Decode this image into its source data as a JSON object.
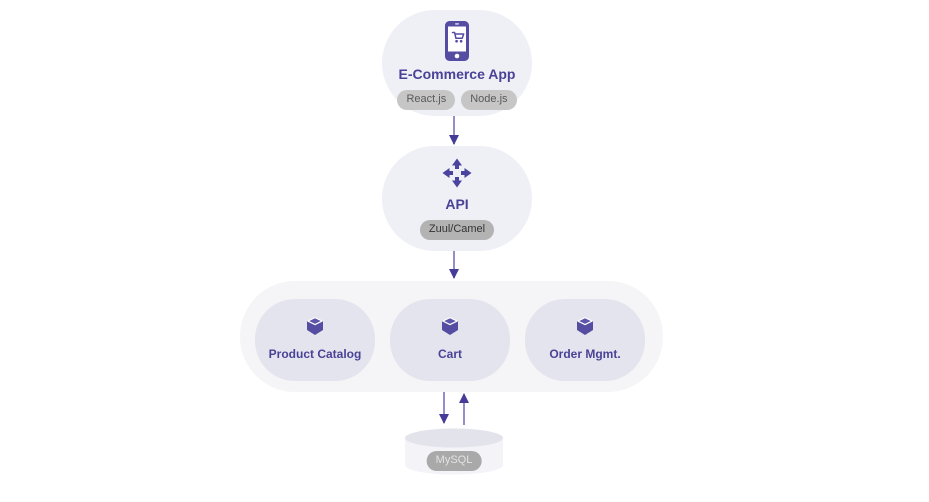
{
  "diagram": {
    "app": {
      "title": "E-Commerce App",
      "icon": "mobile-shopping-app-icon",
      "badges": [
        "React.js",
        "Node.js"
      ]
    },
    "api": {
      "title": "API",
      "icon": "arrows-move-icon",
      "badges": [
        "Zuul/Camel"
      ]
    },
    "services": {
      "items": [
        {
          "title": "Product Catalog",
          "icon": "cube-icon"
        },
        {
          "title": "Cart",
          "icon": "cube-icon"
        },
        {
          "title": "Order Mgmt.",
          "icon": "cube-icon"
        }
      ]
    },
    "database": {
      "label": "MySQL",
      "icon": "database-cylinder"
    },
    "edges": [
      {
        "from": "E-Commerce App",
        "to": "API",
        "direction": "down"
      },
      {
        "from": "API",
        "to": "services-group",
        "direction": "down"
      },
      {
        "from": "services-group",
        "to": "MySQL",
        "direction": "down"
      },
      {
        "from": "MySQL",
        "to": "services-group",
        "direction": "up"
      }
    ],
    "colors": {
      "page_bg": "#ffffff",
      "node_bg": "#efeff6",
      "group_bg": "#f5f5f7",
      "service_bg": "#e4e4ee",
      "title_text": "#4a4296",
      "icon_purple": "#554da2",
      "arrow_line": "#7a73bd",
      "arrow_head": "#443c96",
      "badge_light_bg": "#c6c6c6",
      "badge_light_text": "#595959",
      "badge_mid_bg": "#b3b3b3",
      "badge_mid_text": "#333333",
      "badge_db_bg": "#a9a9a9",
      "badge_db_text": "#e3e3e3",
      "cylinder_top": "#e3e3eb",
      "cylinder_body": "#f3f3f8"
    }
  }
}
